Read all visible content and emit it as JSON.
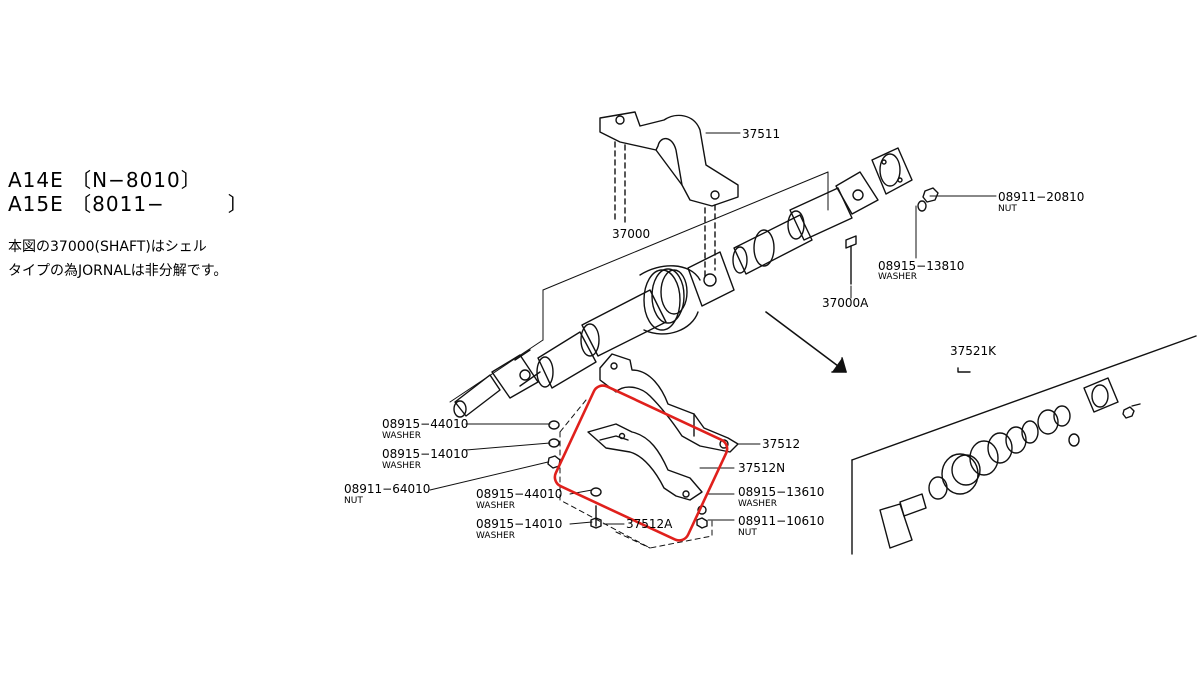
{
  "header": {
    "model1": "A14E",
    "model1_range": "〔N−8010〕",
    "model2": "A15E",
    "model2_range": "〔8011−　　　〕"
  },
  "note": {
    "line1": "本図の37000(SHAFT)はシェル",
    "line2": "タイプの為JORNALは非分解です。"
  },
  "labels": {
    "p37511": "37511",
    "p37000": "37000",
    "p08911_20810": "08911−20810",
    "p08911_20810_sub": "NUT",
    "p08915_13810": "08915−13810",
    "p08915_13810_sub": "WASHER",
    "p37000A": "37000A",
    "p37521K": "37521K",
    "p08915_44010_a": "08915−44010",
    "p08915_44010_a_sub": "WASHER",
    "p08915_14010_a": "08915−14010",
    "p08915_14010_a_sub": "WASHER",
    "p08911_64010": "08911−64010",
    "p08911_64010_sub": "NUT",
    "p37512": "37512",
    "p37512N": "37512N",
    "p08915_44010_b": "08915−44010",
    "p08915_44010_b_sub": "WASHER",
    "p08915_13610": "08915−13610",
    "p08915_13610_sub": "WASHER",
    "p08915_14010_b": "08915−14010",
    "p08915_14010_b_sub": "WASHER",
    "p37512A": "37512A",
    "p08911_10610": "08911−10610",
    "p08911_10610_sub": "NUT"
  },
  "highlight": {
    "color": "#e0201c"
  }
}
